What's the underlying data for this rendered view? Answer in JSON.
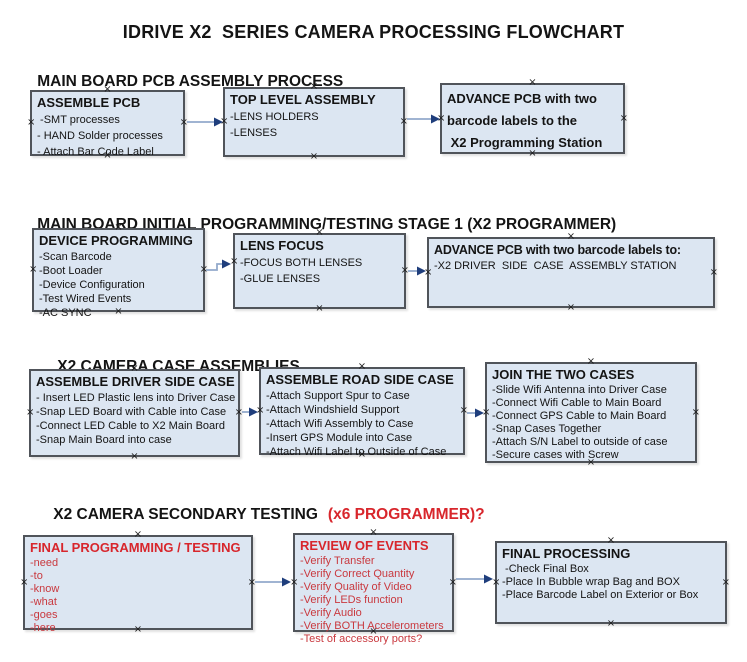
{
  "title": "IDRIVE X2  SERIES CAMERA PROCESSING FLOWCHART",
  "sections": {
    "s1": {
      "heading": "MAIN BOARD PCB ASSEMBLY PROCESS"
    },
    "s2": {
      "heading": "MAIN BOARD INITIAL PROGRAMMING/TESTING STAGE 1 (X2 PROGRAMMER)"
    },
    "s3": {
      "heading": "X2 CAMERA CASE ASSEMBLIES"
    },
    "s4": {
      "heading": "X2 CAMERA SECONDARY TESTING",
      "heading_accent": "(x6 PROGRAMMER)?"
    }
  },
  "boxes": {
    "assemble_pcb": {
      "header": "ASSEMBLE PCB",
      "items": [
        " -SMT processes",
        "- HAND Solder processes",
        "- Attach Bar Code Label"
      ]
    },
    "top_level_assembly": {
      "header": "TOP LEVEL ASSEMBLY",
      "items": [
        "-LENS HOLDERS",
        "-LENSES"
      ]
    },
    "advance_pcb_programming": {
      "lines": [
        "ADVANCE PCB with two",
        "barcode labels to the",
        " X2 Programming Station"
      ]
    },
    "device_programming": {
      "header": "DEVICE PROGRAMMING",
      "items": [
        "-Scan Barcode",
        "-Boot Loader",
        "-Device Configuration",
        "-Test Wired Events",
        "-AC SYNC"
      ]
    },
    "lens_focus": {
      "header": "LENS FOCUS",
      "items": [
        "-FOCUS BOTH LENSES",
        "-GLUE LENSES"
      ]
    },
    "advance_pcb_case": {
      "header": "ADVANCE PCB with two barcode labels to:",
      "items": [
        "-X2 DRIVER  SIDE  CASE  ASSEMBLY STATION"
      ]
    },
    "assemble_driver_side": {
      "header": "ASSEMBLE DRIVER SIDE CASE",
      "items": [
        "- Insert LED Plastic lens into Driver Case",
        "-Snap LED Board with Cable into Case",
        "-Connect LED Cable to X2 Main Board",
        "-Snap Main Board into case"
      ]
    },
    "assemble_road_side": {
      "header": "ASSEMBLE ROAD SIDE CASE",
      "items": [
        "-Attach Support Spur to Case",
        "-Attach Windshield Support",
        "-Attach Wifi Assembly to Case",
        "-Insert GPS Module into Case",
        "-Attach Wifi Label to Outside of Case"
      ]
    },
    "join_two_cases": {
      "header": "JOIN THE TWO CASES",
      "items": [
        "-Slide Wifi Antenna into Driver Case",
        "-Connect Wifi Cable to Main Board",
        "-Connect GPS Cable to Main Board",
        "-Snap Cases Together",
        "-Attach S/N Label to outside of case",
        "-Secure cases with Screw"
      ]
    },
    "final_programming": {
      "header": "FINAL PROGRAMMING / TESTING",
      "items": [
        "-need",
        "-to",
        "-know",
        "-what",
        "-goes",
        "-here"
      ]
    },
    "review_of_events": {
      "header": "REVIEW OF EVENTS",
      "items": [
        "-Verify Transfer",
        "-Verify Correct Quantity",
        "-Verify Quality of Video",
        "-Verify LEDs function",
        "-Verify Audio",
        "-Verify BOTH Accelerometers",
        "-Test of accessory ports?"
      ]
    },
    "final_processing": {
      "header": "FINAL PROCESSING",
      "items": [
        " -Check Final Box",
        "-Place In Bubble wrap Bag and BOX",
        "-Place Barcode Label on Exterior or Box"
      ]
    }
  },
  "glue_point_glyph": "×",
  "colors": {
    "box_fill": "#dce6f2",
    "box_border": "#50545a",
    "arrow_line": "#93aacb",
    "arrow_head": "#1f3e7c",
    "accent_red": "#d8262c",
    "red_item": "#c9393f",
    "text": "#141414"
  }
}
